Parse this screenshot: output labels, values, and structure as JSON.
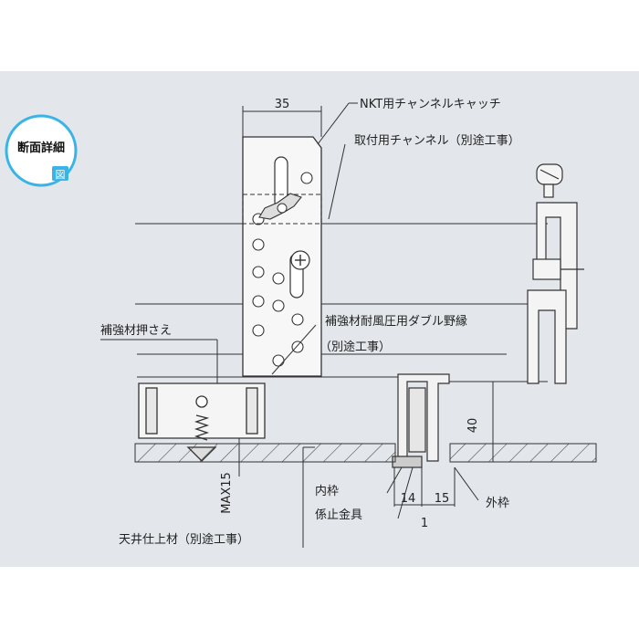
{
  "badge": {
    "title": "断面詳細",
    "sub": "図"
  },
  "dimensions": {
    "top_width": "35",
    "height": "40",
    "max": "MAX15",
    "left_gap": "14",
    "right_gap": "15",
    "bottom": "1"
  },
  "labels": {
    "channel_catch": "NKT用チャンネルキャッチ",
    "mount_channel": "取付用チャンネル（別途工事）",
    "reinforce_holder": "補強材押さえ",
    "double_joist_1": "補強材耐風圧用ダブル野縁",
    "double_joist_2": "（別途工事）",
    "inner_frame": "内枠",
    "outer_frame": "外枠",
    "stop_fitting": "係止金具",
    "ceiling_finish": "天井仕上材（別途工事）"
  },
  "colors": {
    "panel": "#e3e6ea",
    "line": "#333333",
    "badge_blue": "#38b4e6"
  }
}
